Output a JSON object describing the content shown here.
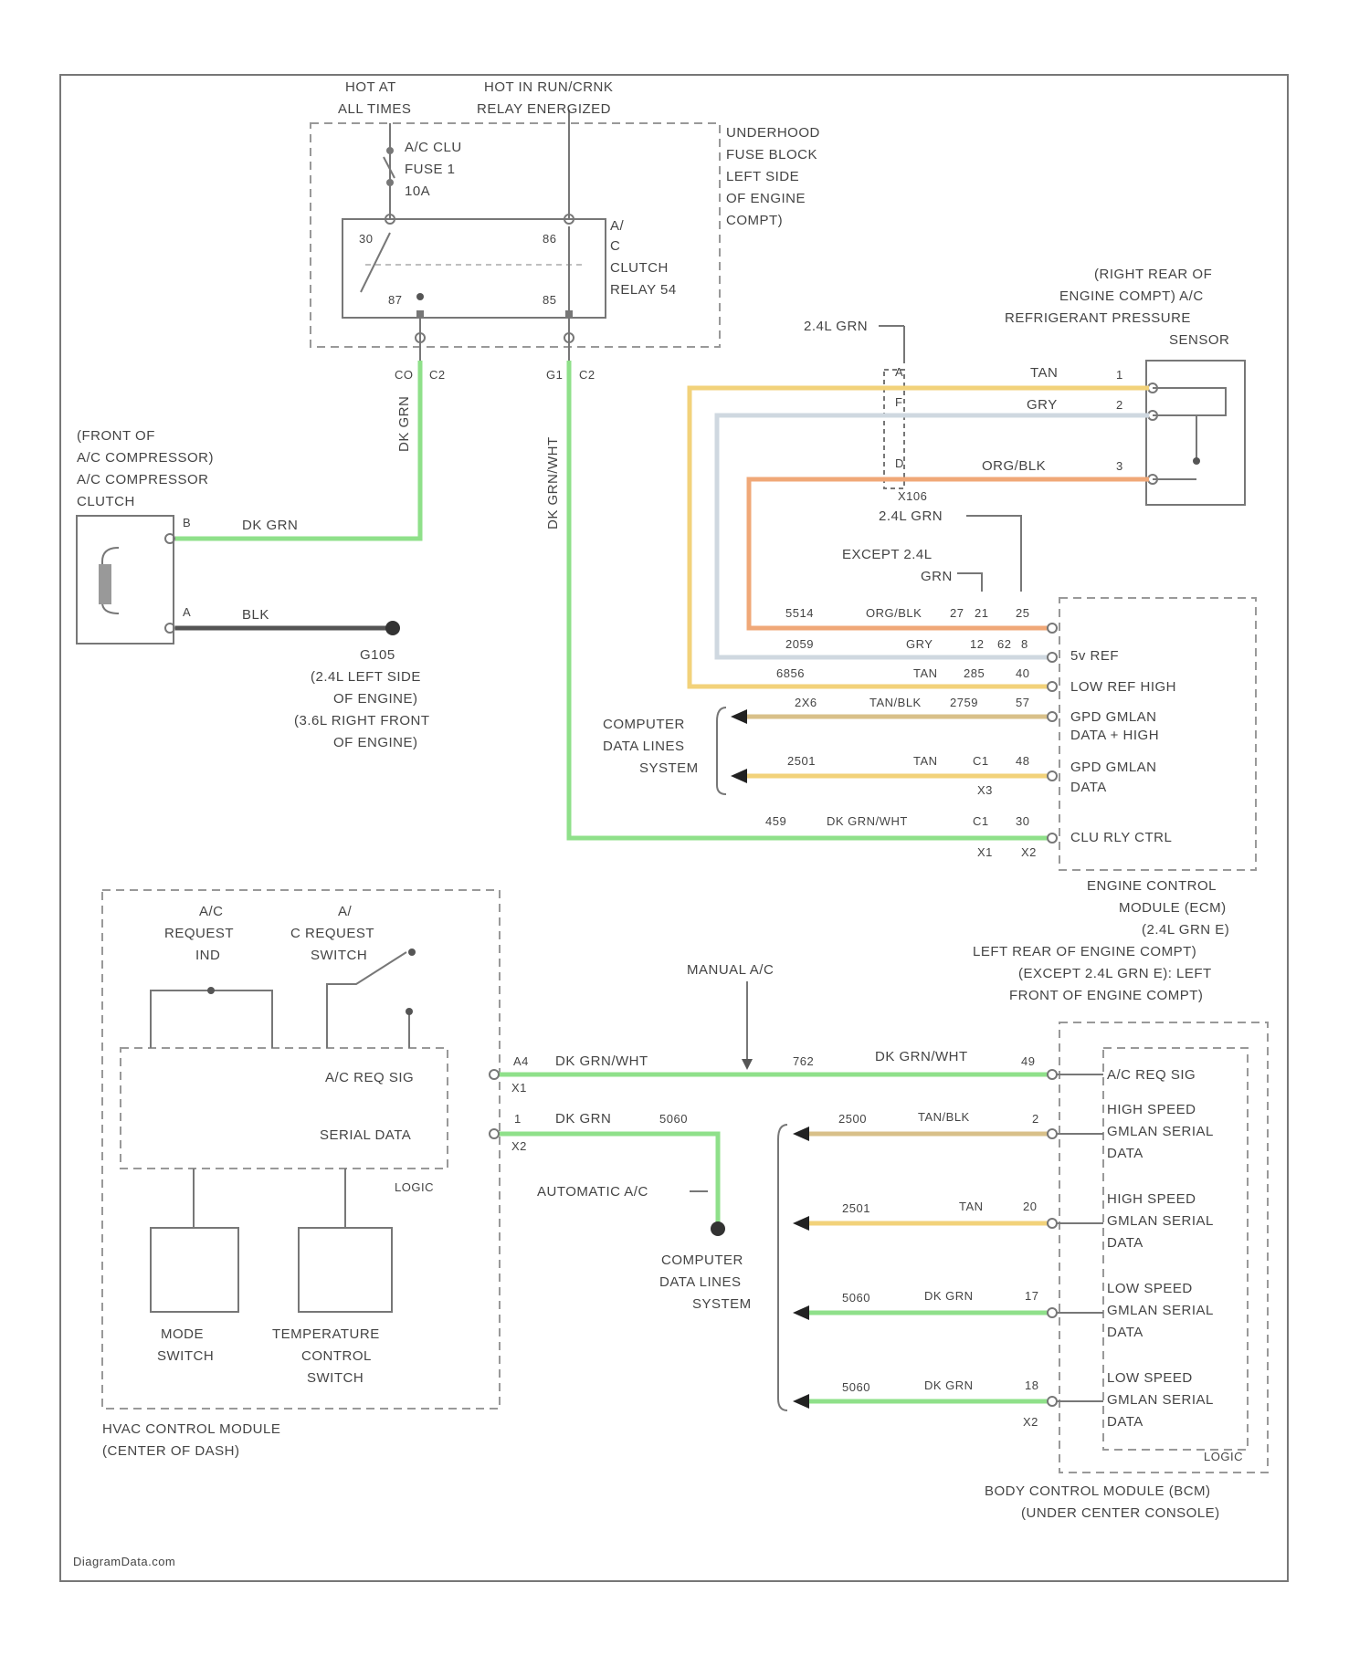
{
  "labels": {
    "hot_at_all_times": [
      "HOT AT",
      "ALL TIMES"
    ],
    "hot_in_run": [
      "HOT IN RUN/CRNK",
      "RELAY ENERGIZED"
    ],
    "underhood_fuse_block": [
      "UNDERHOOD",
      "FUSE BLOCK",
      "LEFT SIDE",
      "OF ENGINE",
      "COMPT)"
    ],
    "ac_clu_fuse": [
      "A/C CLU",
      "FUSE 1",
      "10A"
    ],
    "ac_clutch_relay": [
      "A/",
      "C",
      "CLUTCH",
      "RELAY 54"
    ],
    "relay_pins": {
      "p30": "30",
      "p86": "86",
      "p87": "87",
      "p85": "85"
    },
    "relay_out_left": [
      "CO",
      "C2"
    ],
    "relay_out_right": [
      "G1",
      "C2"
    ],
    "compressor_title": [
      "(FRONT OF",
      "A/C COMPRESSOR)",
      "A/C COMPRESSOR",
      "CLUTCH"
    ],
    "compressor_pins": {
      "b": "B",
      "a": "A"
    },
    "ground_g105": [
      "G105",
      "(2.4L LEFT SIDE",
      "OF ENGINE)",
      "(3.6L RIGHT FRONT",
      "OF ENGINE)"
    ],
    "pressure_sensor": [
      "(RIGHT REAR OF",
      "ENGINE COMPT) A/C",
      "REFRIGERANT PRESSURE",
      "SENSOR"
    ],
    "sensor_pins": [
      "1",
      "2",
      "3"
    ],
    "splice_pins": [
      "A",
      "F",
      "D"
    ],
    "x106": "X106",
    "variant_24l": "2.4L GRN",
    "variant_24l_2": "2.4L GRN",
    "variant_except": [
      "EXCEPT 2.4L",
      "GRN"
    ],
    "ecm_pins": {
      "r1": {
        "circuit": "5514",
        "color": "ORG/BLK",
        "pin_a": "27",
        "pin_b": "21",
        "pin_c": "25"
      },
      "r2": {
        "circuit": "2059",
        "color": "GRY",
        "pin_a": "12",
        "pin_b": "62",
        "pin_c": "8"
      },
      "r3": {
        "circuit": "6856",
        "color": "TAN",
        "pin_a": "285",
        "pin_b": "40"
      },
      "r4": {
        "circuit": "2X6",
        "color": "TAN/BLK",
        "pin_a": "2759",
        "pin_b": "57"
      },
      "r5": {
        "circuit": "2501",
        "color": "TAN",
        "pin_a": "C1",
        "pin_b": "48",
        "conn": "X3"
      },
      "r6": {
        "circuit": "459",
        "color": "DK GRN/WHT",
        "pin_a": "C1",
        "pin_b": "30",
        "conn_a": "X1",
        "conn_b": "X2"
      }
    },
    "ecm_functions": [
      "5v REF",
      "LOW REF HIGH",
      "GPD GMLAN",
      "DATA + HIGH",
      "GPD GMLAN",
      "DATA",
      "CLU RLY CTRL"
    ],
    "computer_data_lines_1": [
      "COMPUTER",
      "DATA LINES",
      "SYSTEM"
    ],
    "ecm_title": [
      "ENGINE CONTROL",
      "MODULE (ECM)",
      "(2.4L GRN E)",
      "LEFT REAR OF ENGINE COMPT)",
      "(EXCEPT 2.4L GRN E): LEFT",
      "FRONT OF ENGINE COMPT)"
    ],
    "manual_ac": "MANUAL A/C",
    "hvac_items": {
      "ac_request_ind": [
        "A/C",
        "REQUEST",
        "IND"
      ],
      "ac_request_switch": [
        "A/",
        "C REQUEST",
        "SWITCH"
      ],
      "ac_req_sig": "A/C REQ SIG",
      "serial_data": "SERIAL DATA",
      "logic": "LOGIC",
      "mode_switch": [
        "MODE",
        "SWITCH"
      ],
      "temp_switch": [
        "TEMPERATURE",
        "CONTROL",
        "SWITCH"
      ],
      "title": [
        "HVAC CONTROL MODULE",
        "(CENTER OF DASH)"
      ]
    },
    "hvac_wires": {
      "w1": {
        "pin": "A4",
        "conn": "X1",
        "color": "DK GRN/WHT",
        "circuit": "762",
        "color2": "DK GRN/WHT",
        "pin2": "49"
      },
      "w2": {
        "pin": "1",
        "conn": "X2",
        "color": "DK GRN",
        "circuit": "5060"
      }
    },
    "automatic_ac": "AUTOMATIC A/C",
    "computer_data_lines_2": [
      "COMPUTER",
      "DATA LINES",
      "SYSTEM"
    ],
    "bcm_rows": [
      {
        "circuit": "2500",
        "color": "TAN/BLK",
        "pin": "2",
        "func": [
          "HIGH SPEED",
          "GMLAN SERIAL",
          "DATA"
        ]
      },
      {
        "circuit": "2501",
        "color": "TAN",
        "pin": "20",
        "func": [
          "HIGH SPEED",
          "GMLAN SERIAL",
          "DATA"
        ]
      },
      {
        "circuit": "5060",
        "color": "DK GRN",
        "pin": "17",
        "func": [
          "LOW SPEED",
          "GMLAN SERIAL",
          "DATA"
        ]
      },
      {
        "circuit": "5060",
        "color": "DK GRN",
        "pin": "18",
        "func": [
          "LOW SPEED",
          "GMLAN SERIAL",
          "DATA"
        ]
      }
    ],
    "bcm_ac_req": "A/C REQ SIG",
    "bcm_conn": "X2",
    "bcm_logic": "LOGIC",
    "bcm_title": [
      "BODY CONTROL MODULE (BCM)",
      "(UNDER CENTER CONSOLE)"
    ],
    "clutch_wire_color": "DK GRN",
    "clutch_wire_vertical": "DK GRN",
    "ctrl_wire_vertical": "DK GRN/WHT",
    "ground_wire_color": "BLK",
    "sensor_wire_colors": [
      "TAN",
      "GRY",
      "ORG/BLK"
    ],
    "footer": "DiagramData.com"
  },
  "colors": {
    "green": "#8fe08a",
    "tan": "#f2d27a",
    "tanblk": "#d8c089",
    "grey": "#cfd8e0",
    "orange": "#f0a878",
    "black": "#555555"
  }
}
